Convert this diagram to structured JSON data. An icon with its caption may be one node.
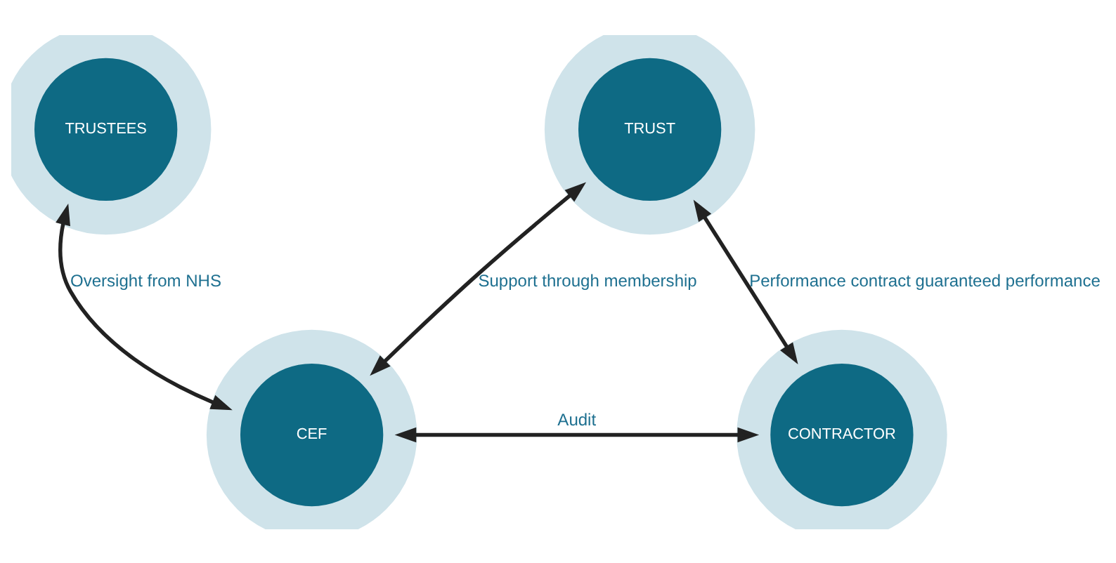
{
  "diagram": {
    "nodes": [
      {
        "text": [
          "TRUSTEES"
        ]
      },
      {
        "text": [
          "TRUST"
        ]
      },
      {
        "text": [
          "CEF"
        ]
      },
      {
        "text": [
          "CONTRACTOR"
        ]
      }
    ],
    "edges": [
      {
        "from": 0,
        "to": 2,
        "arrow": "both",
        "label": "Oversight from NHS"
      },
      {
        "from": 2,
        "to": 1,
        "arrow": "both",
        "label": "Support through membership"
      },
      {
        "from": 1,
        "to": 3,
        "arrow": "both",
        "label": "Performance contract guaranteed performance"
      },
      {
        "from": 2,
        "to": 3,
        "arrow": "both",
        "label": "Audit"
      }
    ]
  }
}
